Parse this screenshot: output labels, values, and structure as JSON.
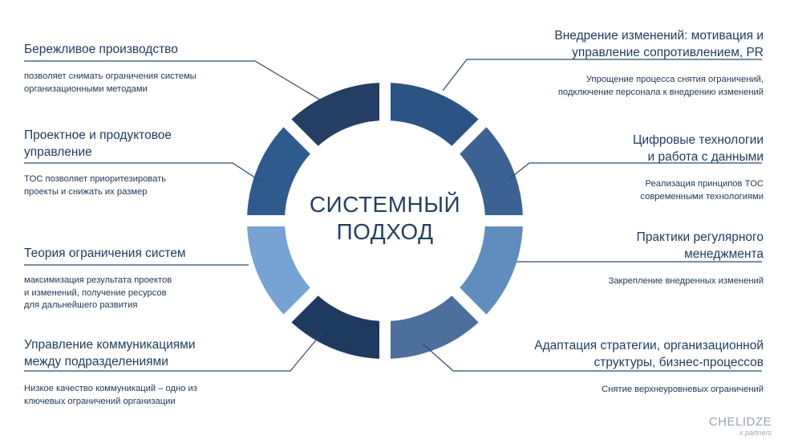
{
  "center": {
    "line1": "СИСТЕМНЫЙ",
    "line2": "ПОДХОД"
  },
  "left_items": [
    {
      "title_lines": [
        "Бережливое производство"
      ],
      "desc_lines": [
        "позволяет снимать ограничения системы",
        "организационными методами"
      ]
    },
    {
      "title_lines": [
        "Проектное и продуктовое",
        "управление"
      ],
      "desc_lines": [
        "TOC позволяет приоритезировать",
        "проекты и снижать их размер"
      ]
    },
    {
      "title_lines": [
        "Теория ограничения систем"
      ],
      "desc_lines": [
        "максимизация результата проектов",
        "и изменений, получение ресурсов",
        "для дальнейшего развития"
      ]
    },
    {
      "title_lines": [
        "Управление коммуникациями",
        "между подразделениями"
      ],
      "desc_lines": [
        "Низкое качество коммуникаций – одно из",
        "ключевых ограничений организации"
      ]
    }
  ],
  "right_items": [
    {
      "title_lines": [
        "Внедрение изменений: мотивация и",
        "управление сопротивлением, PR"
      ],
      "desc_lines": [
        "Упрощение процесса снятия ограничений,",
        "подключение персонала к внедрению изменений"
      ]
    },
    {
      "title_lines": [
        "Цифровые технологии",
        "и работа с данными"
      ],
      "desc_lines": [
        "Реализация принципов TOC",
        "современными технологиями"
      ]
    },
    {
      "title_lines": [
        "Практики регулярного",
        "менеджмента"
      ],
      "desc_lines": [
        "Закрепление внедренных изменений"
      ]
    },
    {
      "title_lines": [
        "Адаптация стратегии, организационной",
        "структуры, бизнес-процессов"
      ],
      "desc_lines": [
        "Снятие верхнеуровневых ограничений"
      ]
    }
  ],
  "ring": {
    "segment_colors": [
      "#2b5484",
      "#3c6293",
      "#5f8dbe",
      "#4d6f9c",
      "#1e3a5f",
      "#76a2d4",
      "#2f5a8d",
      "#243f63"
    ],
    "connector_color": "#2f4a6e"
  },
  "logo": {
    "line1": "CHELIDZE",
    "line2": "x partners"
  }
}
